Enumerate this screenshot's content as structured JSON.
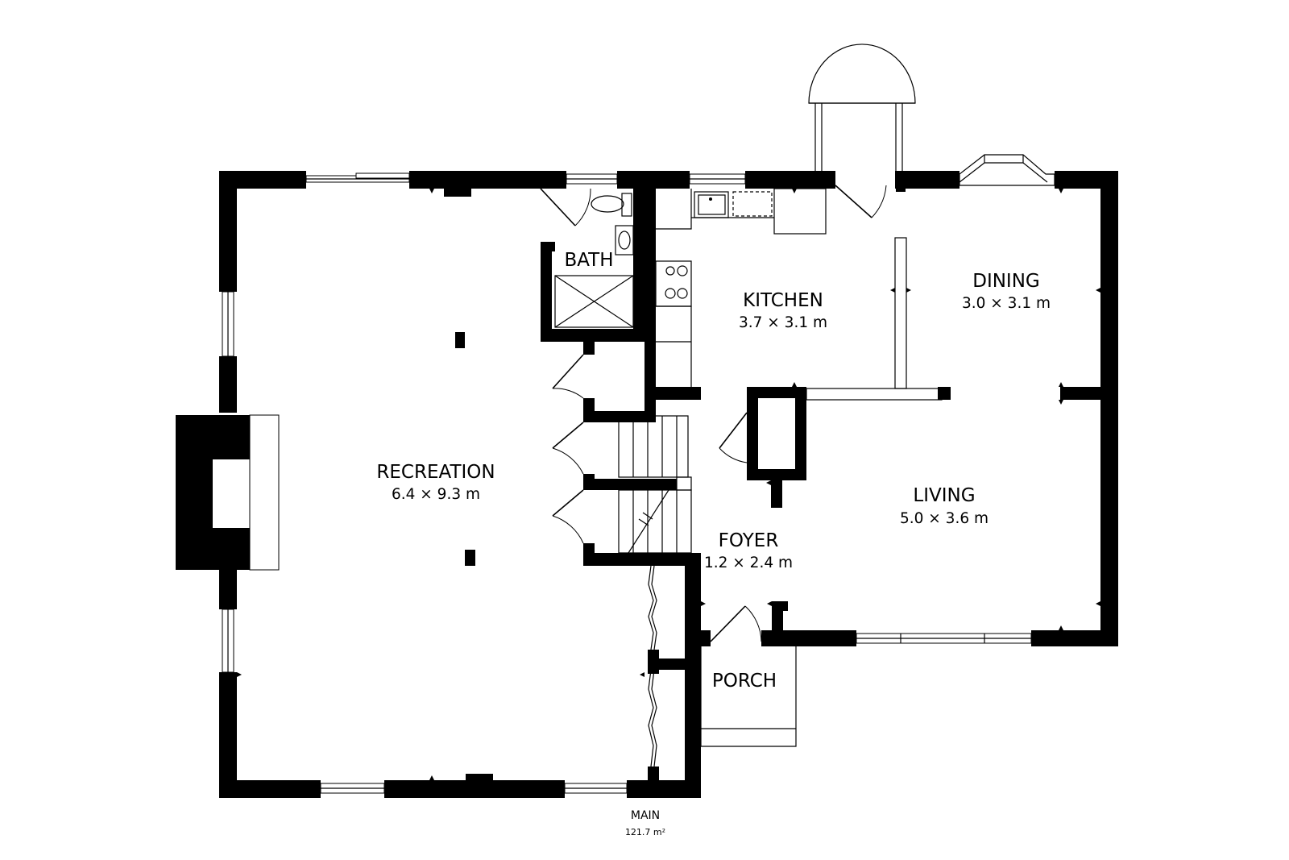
{
  "rooms": {
    "recreation": {
      "name": "RECREATION",
      "dims": "6.4 × 9.3 m"
    },
    "bath": {
      "name": "BATH"
    },
    "kitchen": {
      "name": "KITCHEN",
      "dims": "3.7 × 3.1 m"
    },
    "dining": {
      "name": "DINING",
      "dims": "3.0 × 3.1 m"
    },
    "living": {
      "name": "LIVING",
      "dims": "5.0 × 3.6 m"
    },
    "foyer": {
      "name": "FOYER",
      "dims": "1.2 × 2.4 m"
    },
    "porch": {
      "name": "PORCH"
    }
  },
  "level": {
    "name": "MAIN",
    "area": "121.7 m²"
  }
}
